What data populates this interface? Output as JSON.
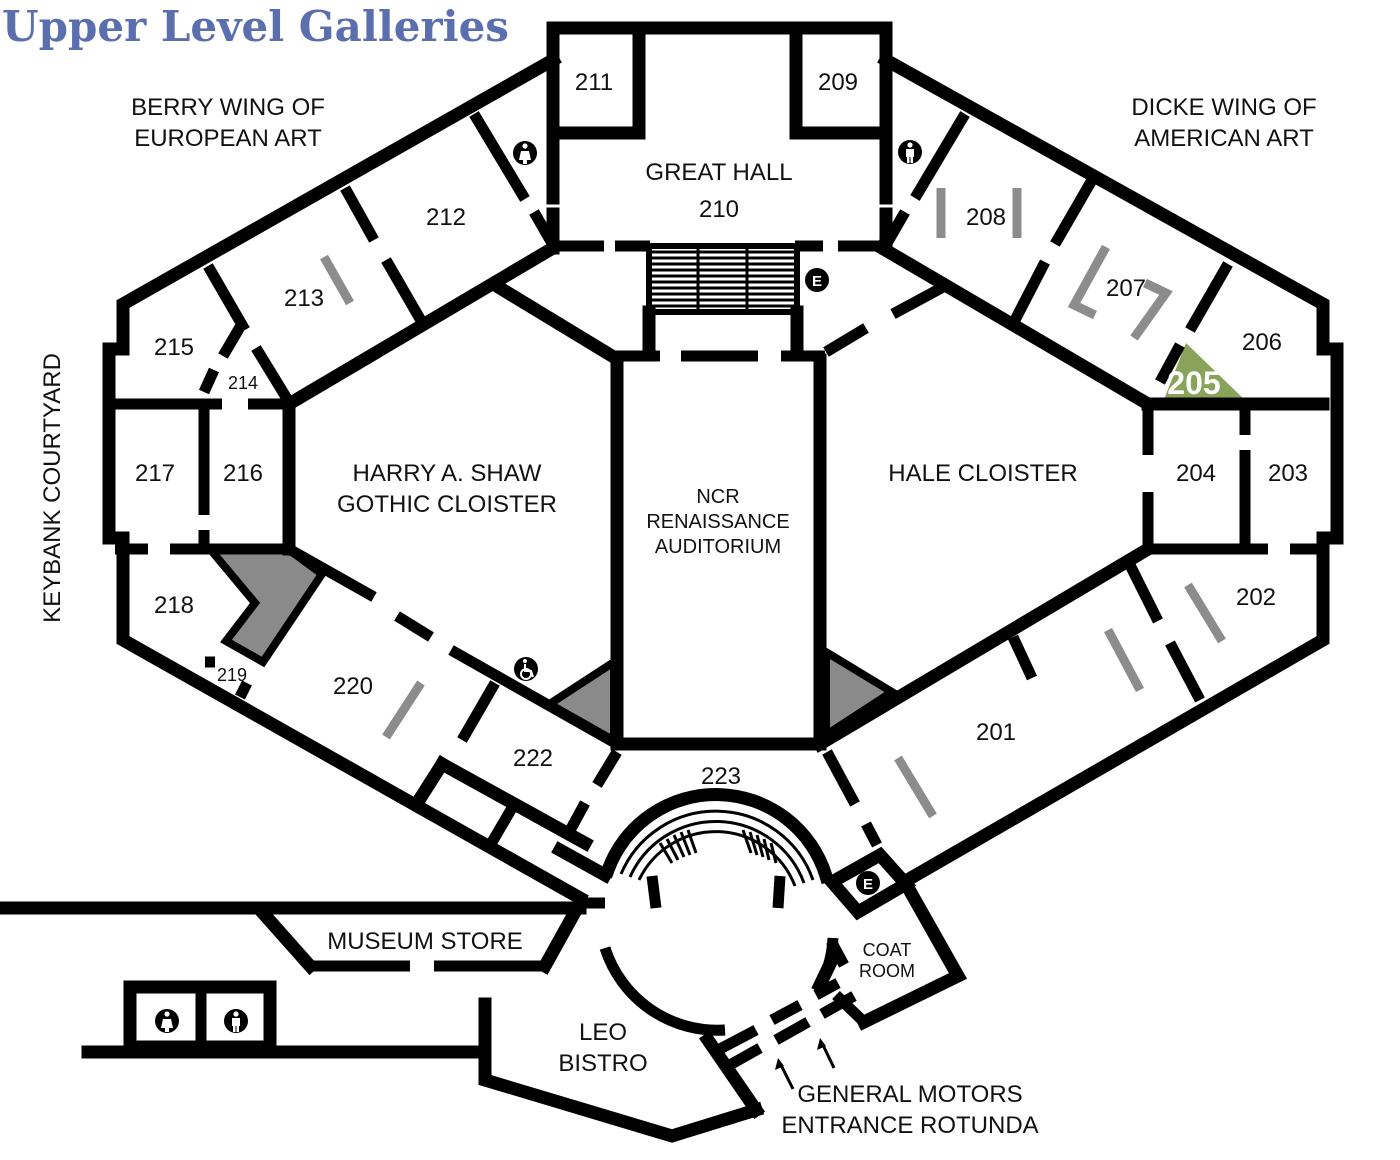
{
  "title": "Upper Level Galleries",
  "wings": {
    "berry": [
      "BERRY WING OF",
      "EUROPEAN ART"
    ],
    "dicke": [
      "DICKE WING OF",
      "AMERICAN ART"
    ],
    "keybank": "KEYBANK COURTYARD"
  },
  "halls": {
    "great_hall": [
      "GREAT HALL",
      "210"
    ],
    "shaw": [
      "HARRY A. SHAW",
      "GOTHIC CLOISTER"
    ],
    "ncr": [
      "NCR",
      "RENAISSANCE",
      "AUDITORIUM"
    ],
    "hale": "HALE CLOISTER",
    "museum_store": "MUSEUM STORE",
    "leo_bistro": [
      "LEO",
      "BISTRO"
    ],
    "coat_room": [
      "COAT",
      "ROOM"
    ],
    "rotunda": [
      "GENERAL MOTORS",
      "ENTRANCE ROTUNDA"
    ]
  },
  "rooms": [
    "211",
    "209",
    "212",
    "208",
    "213",
    "207",
    "215",
    "214",
    "206",
    "217",
    "216",
    "204",
    "203",
    "218",
    "202",
    "219",
    "220",
    "201",
    "222",
    "223"
  ],
  "highlighted_room": "205",
  "highlight_color": "#8aa35a",
  "title_color": "#5b6fae",
  "elevator_label": "E",
  "icons": [
    "restroom-icon",
    "elevator-icon",
    "wheelchair-accessible-icon",
    "entrance-arrow-icon"
  ]
}
